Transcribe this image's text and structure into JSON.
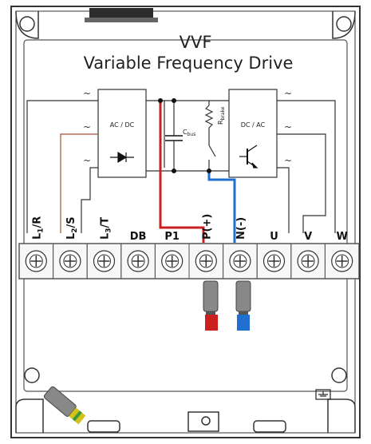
{
  "title_line1": "VVF",
  "title_line2": "Variable Frequency Drive",
  "blocks": {
    "rectifier": "AC / DC",
    "inverter": "DC / AC"
  },
  "components": {
    "cbus_main": "C",
    "cbus_sub": "bus",
    "rbrake_main": "R",
    "rbrake_sub": "brake"
  },
  "ac_symbol": "~",
  "terminals": [
    {
      "main": "L",
      "sub": "1",
      "suffix": "/R",
      "vertical": true
    },
    {
      "main": "L",
      "sub": "2",
      "suffix": "/S",
      "vertical": true
    },
    {
      "main": "L",
      "sub": "3",
      "suffix": "/T",
      "vertical": true
    },
    {
      "main": "DB",
      "sub": "",
      "suffix": "",
      "vertical": false
    },
    {
      "main": "P1",
      "sub": "",
      "suffix": "",
      "vertical": false
    },
    {
      "main": "P(+)",
      "sub": "",
      "suffix": "",
      "vertical": true
    },
    {
      "main": "N(-)",
      "sub": "",
      "suffix": "",
      "vertical": true
    },
    {
      "main": "U",
      "sub": "",
      "suffix": "",
      "vertical": false
    },
    {
      "main": "V",
      "sub": "",
      "suffix": "",
      "vertical": false
    },
    {
      "main": "W",
      "sub": "",
      "suffix": "",
      "vertical": false
    }
  ],
  "colors": {
    "positive": "#cc1f1f",
    "negative": "#1f6fd1",
    "brown": "#a0522d",
    "ground": "#d4c21a"
  }
}
